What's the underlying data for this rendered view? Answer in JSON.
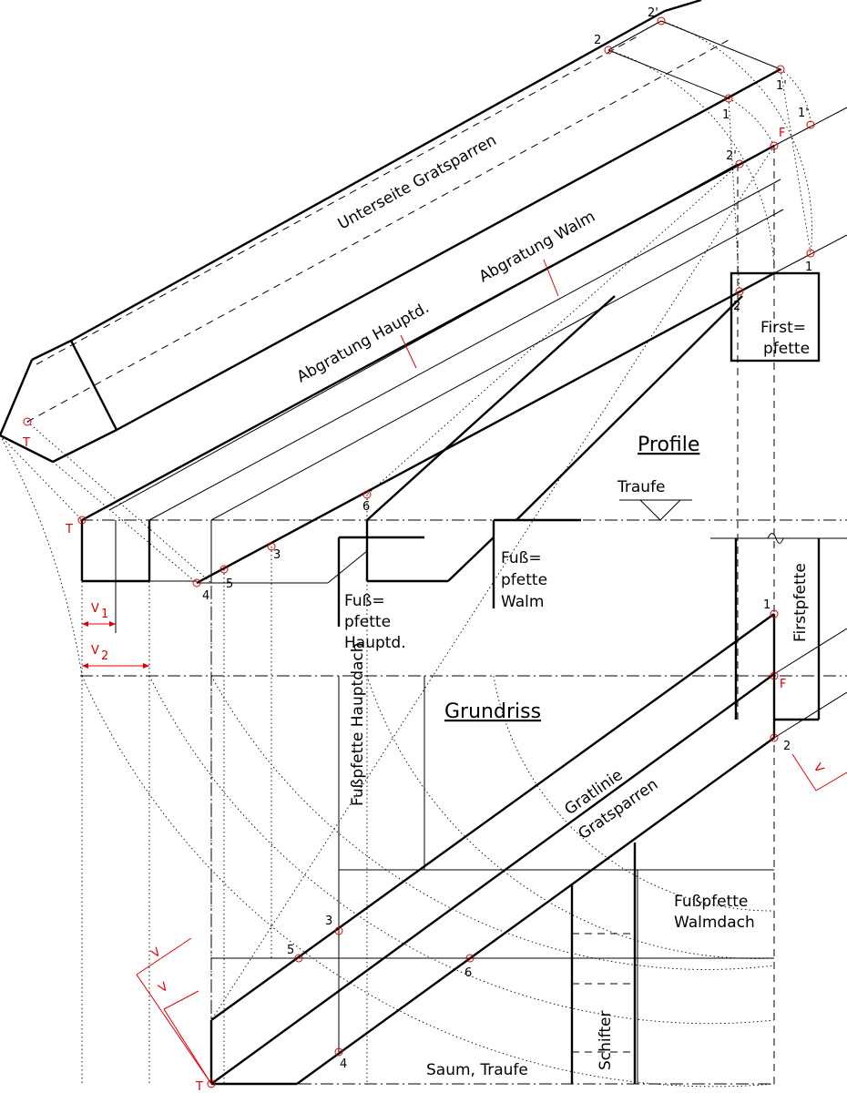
{
  "titles": {
    "profile": "Profile",
    "grundriss": "Grundriss"
  },
  "labels": {
    "unterseite": "Unterseite Gratsparren",
    "abgratung_hauptd": "Abgratung Hauptd.",
    "abgratung_walm": "Abgratung Walm",
    "firstpfette_a": "First=",
    "firstpfette_b": "pfette",
    "traufe": "Traufe",
    "fusspfette_walm_a": "Fuß=",
    "fusspfette_walm_b": "pfette",
    "fusspfette_walm_c": "Walm",
    "fusspfette_haupt_a": "Fuß=",
    "fusspfette_haupt_b": "pfette",
    "fusspfette_haupt_c": "Hauptd.",
    "firstpfette_vert": "Firstpfette",
    "fusspfette_hauptdach": "Fußpfette Hauptdach",
    "gratlinie": "Gratlinie",
    "gratsparren": "Gratsparren",
    "fusspfette_walmdach_a": "Fußpfette",
    "fusspfette_walmdach_b": "Walmdach",
    "schifter": "Schifter",
    "saum": "Saum, Traufe"
  },
  "points": {
    "T": "T",
    "F": "F",
    "p1": "1",
    "p1p": "1'",
    "p2": "2",
    "p2p": "2'",
    "p3": "3",
    "p4": "4",
    "p5": "5",
    "p6": "6",
    "V1": "V",
    "V2": "V",
    "sub1": "1",
    "sub2": "2"
  }
}
